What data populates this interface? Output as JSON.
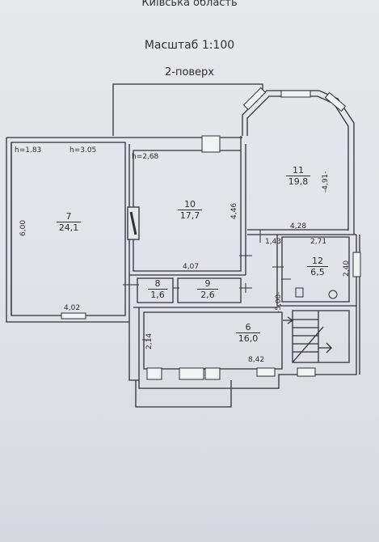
{
  "header": {
    "region": "Київська область",
    "scale": "Масштаб 1:100",
    "floor": "2-поверх"
  },
  "heights": {
    "h1": "h=1.83",
    "h2": "h=3.05",
    "h3": "h=2,68"
  },
  "rooms": [
    {
      "number": "7",
      "area": "24,1"
    },
    {
      "number": "10",
      "area": "17,7"
    },
    {
      "number": "11",
      "area": "19,8"
    },
    {
      "number": "12",
      "area": "6,5"
    },
    {
      "number": "8",
      "area": "1,6"
    },
    {
      "number": "9",
      "area": "2,6"
    },
    {
      "number": "6",
      "area": "16,0"
    }
  ],
  "dimensions": {
    "d600": "6,00",
    "d402": "4,02",
    "d446": "4,46",
    "d407": "4,07",
    "d491": "-4,91-",
    "d428": "4,28",
    "d143": "1,43",
    "d271": "2,71",
    "d240": "2,40",
    "d500": "-5,00-",
    "d214": "2,14",
    "d842": "8,42"
  },
  "colors": {
    "wall": "#2e3238",
    "paper": "#e4e7ea"
  }
}
